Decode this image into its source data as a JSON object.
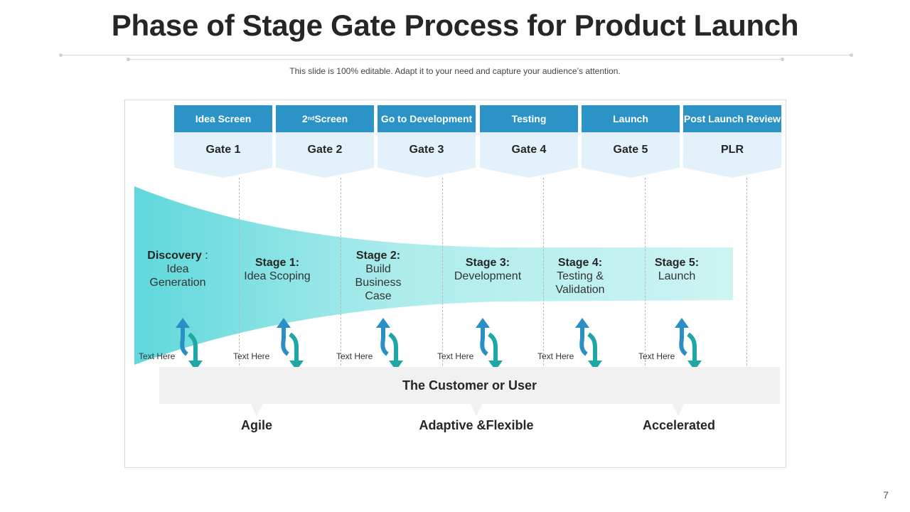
{
  "slide": {
    "title": "Phase of Stage Gate Process for Product Launch",
    "subtitle": "This slide is 100% editable. Adapt it to your need and capture your audience’s attention.",
    "page_number": "7"
  },
  "gates": [
    {
      "head": "Idea Screen",
      "label": "Gate 1"
    },
    {
      "head_main": "2",
      "head_sup": "nd",
      "head_rest": " Screen",
      "label": "Gate 2"
    },
    {
      "head": "Go to Development",
      "label": "Gate 3"
    },
    {
      "head": "Testing",
      "label": "Gate 4"
    },
    {
      "head": "Launch",
      "label": "Gate 5"
    },
    {
      "head": "Post Launch Review",
      "label": "PLR"
    }
  ],
  "stages": [
    {
      "bold": "Discovery",
      "sep": " :",
      "lines": [
        "Idea",
        "Generation"
      ]
    },
    {
      "bold": "Stage 1:",
      "lines": [
        "Idea Scoping"
      ]
    },
    {
      "bold": "Stage 2:",
      "lines": [
        "Build",
        "Business",
        "Case"
      ]
    },
    {
      "bold": "Stage 3:",
      "lines": [
        "Development"
      ]
    },
    {
      "bold": "Stage 4:",
      "lines": [
        "Testing &",
        "Validation"
      ]
    },
    {
      "bold": "Stage 5:",
      "lines": [
        "Launch"
      ]
    }
  ],
  "text_here": [
    "Text Here",
    "Text Here",
    "Text Here",
    "Text Here",
    "Text Here",
    "Text Here"
  ],
  "customer_bar": "The Customer or User",
  "attributes": [
    "Agile",
    "Adaptive &Flexible",
    "Accelerated"
  ],
  "colors": {
    "gate_header": "#2b93c6",
    "gate_body": "#e3f1fa",
    "funnel_start": "#62d9dc",
    "funnel_end": "#c9f3f2",
    "arrow_up": "#2a8fc4",
    "arrow_down": "#1fa6a6",
    "bar": "#f1f1f1"
  }
}
